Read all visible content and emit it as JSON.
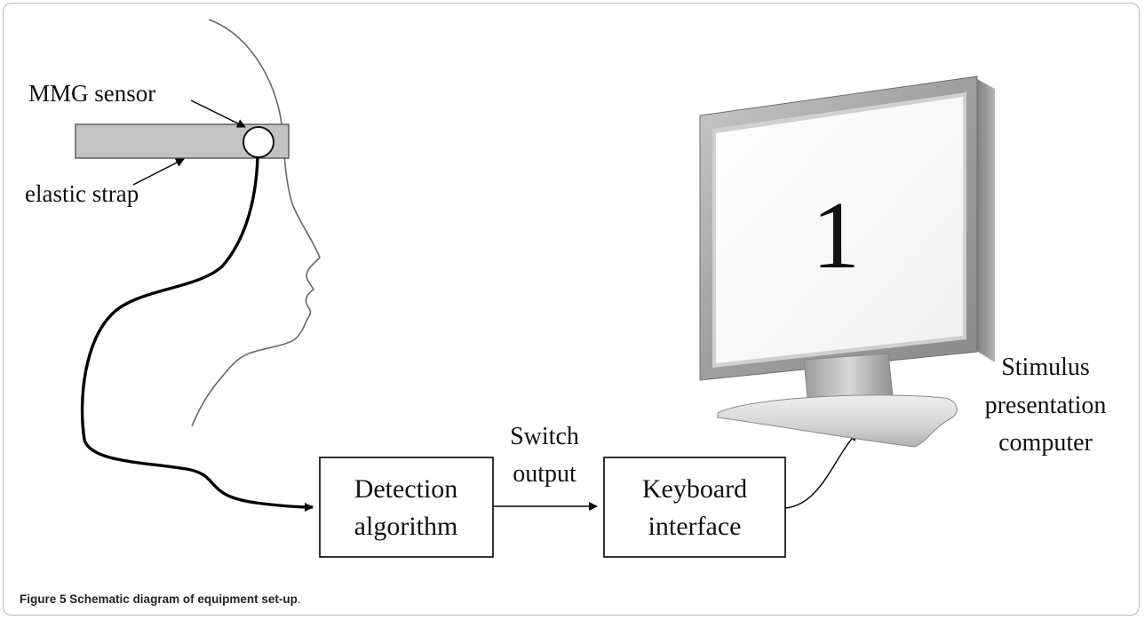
{
  "labels": {
    "sensor": "MMG sensor",
    "strap": "elastic strap",
    "switch_line1": "Switch",
    "switch_line2": "output",
    "detection_line1": "Detection",
    "detection_line2": "algorithm",
    "keyboard_line1": "Keyboard",
    "keyboard_line2": "interface",
    "stimulus_line1": "Stimulus",
    "stimulus_line2": "presentation",
    "stimulus_line3": "computer",
    "screen_digit": "1"
  },
  "caption": {
    "label": "Figure 5",
    "text": "Schematic diagram of equipment set-up",
    "end": "."
  }
}
